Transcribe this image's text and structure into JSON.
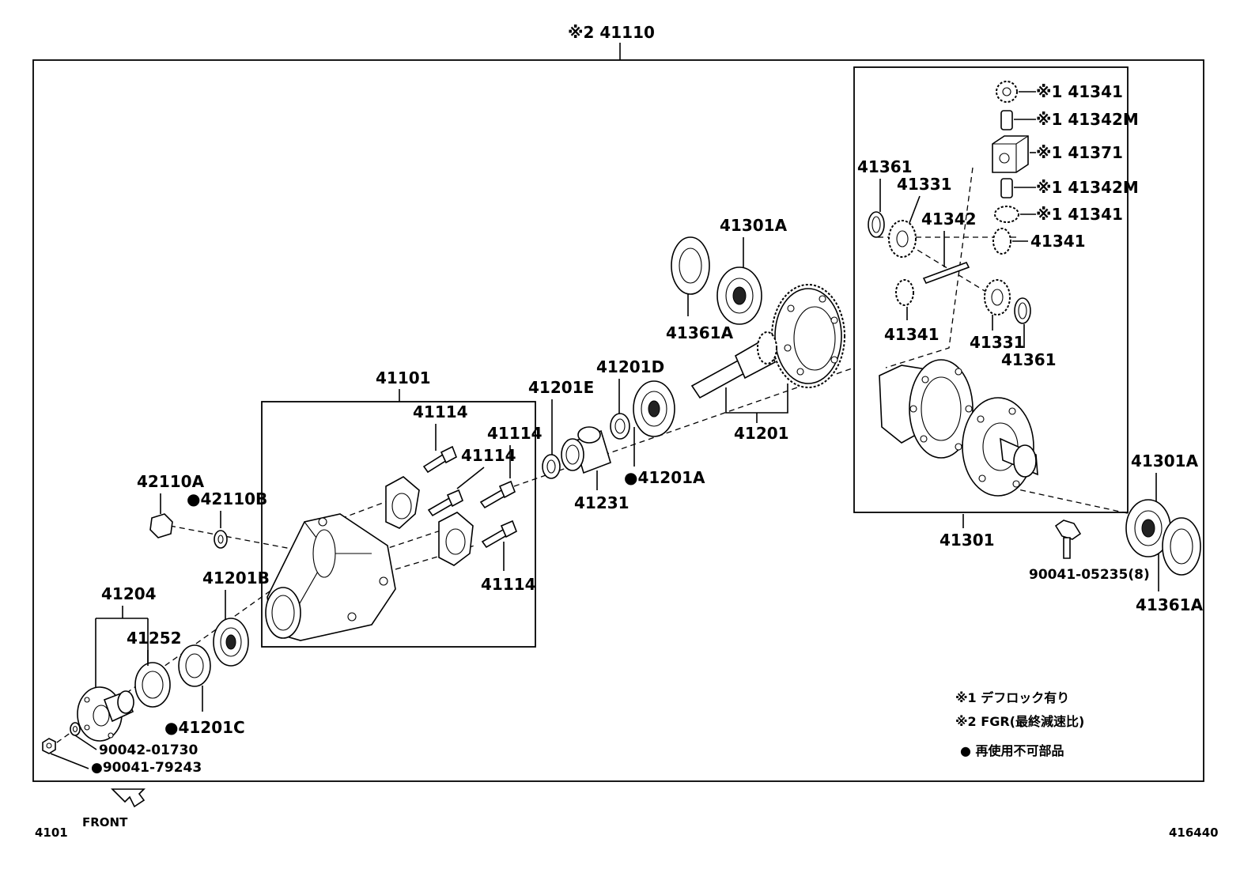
{
  "diagram": {
    "assembly_label": "※2 41110",
    "labels": {
      "p41341_top": "※1 41341",
      "p41342M_top": "※1 41342M",
      "p41371": "※1 41371",
      "p41342M_bot": "※1 41342M",
      "p41341_mid": "※1 41341",
      "p41341_plain": "41341",
      "p41361_top": "41361",
      "p41331_top": "41331",
      "p41342": "41342",
      "p41301A_top": "41301A",
      "p41361A_top": "41361A",
      "p41341_low": "41341",
      "p41331_low": "41331",
      "p41361_low": "41361",
      "p41201D": "41201D",
      "p41201E": "41201E",
      "p41201": "41201",
      "p41101": "41101",
      "p41114_a": "41114",
      "p41114_b": "41114",
      "p41114_c": "41114",
      "p41114_d": "41114",
      "p41231": "41231",
      "p41201A": "●41201A",
      "p41301": "41301",
      "p41301A_right": "41301A",
      "p90041_05235": "90041-05235(8)",
      "p41361A_right": "41361A",
      "p42110A": "42110A",
      "p42110B": "●42110B",
      "p41201B": "41201B",
      "p41204": "41204",
      "p41252": "41252",
      "p41201C": "●41201C",
      "p90042_01730": "90042-01730",
      "p90041_79243": "●90041-79243"
    },
    "legend": {
      "note1": "※1 デフロック有り",
      "note2": "※2 FGR(最終減速比)",
      "note3": "● 再使用不可部品"
    },
    "front_label": "FRONT",
    "corner_left": "4101",
    "corner_right": "416440"
  }
}
